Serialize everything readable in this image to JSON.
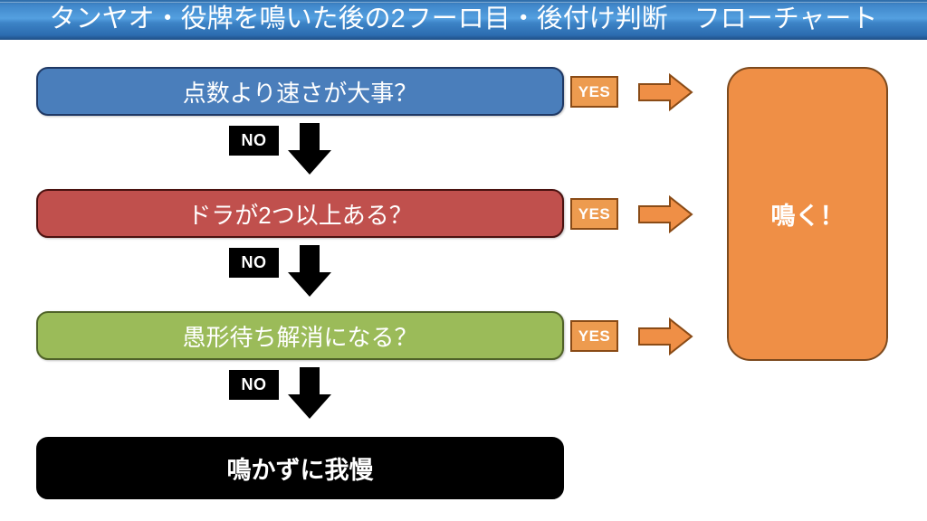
{
  "header": {
    "title": "タンヤオ・役牌を鳴いた後の2フーロ目・後付け判断　フローチャート"
  },
  "flowchart": {
    "decisions": [
      {
        "id": "speed",
        "label": "点数より速さが大事？",
        "color": "#4a7ebb",
        "border": "#1f3864",
        "yes_label": "YES",
        "no_label": "NO"
      },
      {
        "id": "dora",
        "label": "ドラが2つ以上ある？",
        "color": "#c0504d",
        "border": "#4a1210",
        "yes_label": "YES",
        "no_label": "NO"
      },
      {
        "id": "shape",
        "label": "愚形待ち解消になる？",
        "color": "#9bbb59",
        "border": "#4f6228",
        "yes_label": "YES",
        "no_label": "NO"
      }
    ],
    "final_outcome": {
      "label": "鳴かずに我慢",
      "color": "#000000"
    },
    "yes_outcome": {
      "label": "鳴く！",
      "color": "#ef8f46",
      "border": "#7c4a1e"
    },
    "arrow_color": "#ef8f46",
    "arrow_border": "#8a4b16",
    "down_arrow_color": "#000000"
  }
}
